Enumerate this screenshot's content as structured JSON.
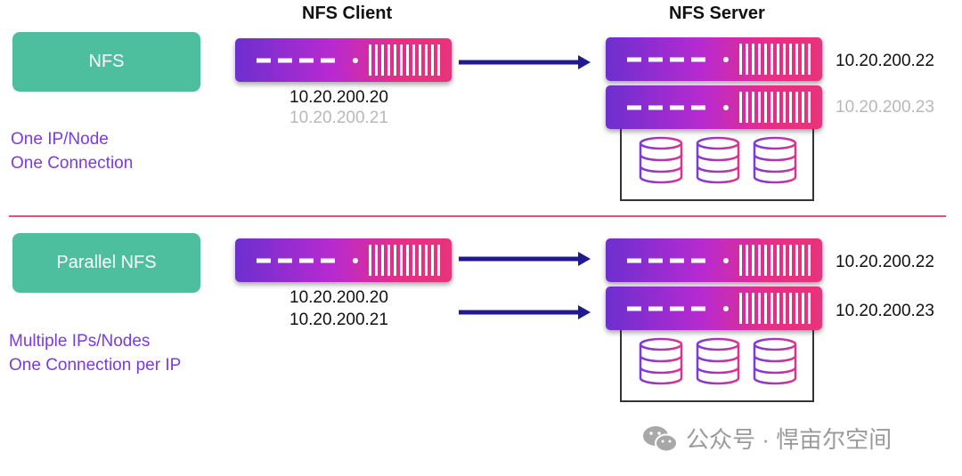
{
  "headers": {
    "client": "NFS Client",
    "server": "NFS Server"
  },
  "nfs": {
    "badge": "NFS",
    "desc_line1": "One IP/Node",
    "desc_line2": "One Connection",
    "client_ip_1": "10.20.200.20",
    "client_ip_2": "10.20.200.21",
    "server_ip_1": "10.20.200.22",
    "server_ip_2": "10.20.200.23"
  },
  "pnfs": {
    "badge": "Parallel NFS",
    "desc_line1": "Multiple IPs/Nodes",
    "desc_line2": "One Connection per IP",
    "client_ip_1": "10.20.200.20",
    "client_ip_2": "10.20.200.21",
    "server_ip_1": "10.20.200.22",
    "server_ip_2": "10.20.200.23"
  },
  "watermark": {
    "text": "公众号 · 悍亩尔空间",
    "icon": "wechat-icon"
  },
  "colors": {
    "badge": "#4dbf9f",
    "desc_text": "#7c3ae0",
    "divider": "#e8507a",
    "arrow": "#1f1a8f",
    "server_gradient_start": "#6d2fcf",
    "server_gradient_end": "#e8347a",
    "inactive_ip": "#b8b8b8"
  }
}
